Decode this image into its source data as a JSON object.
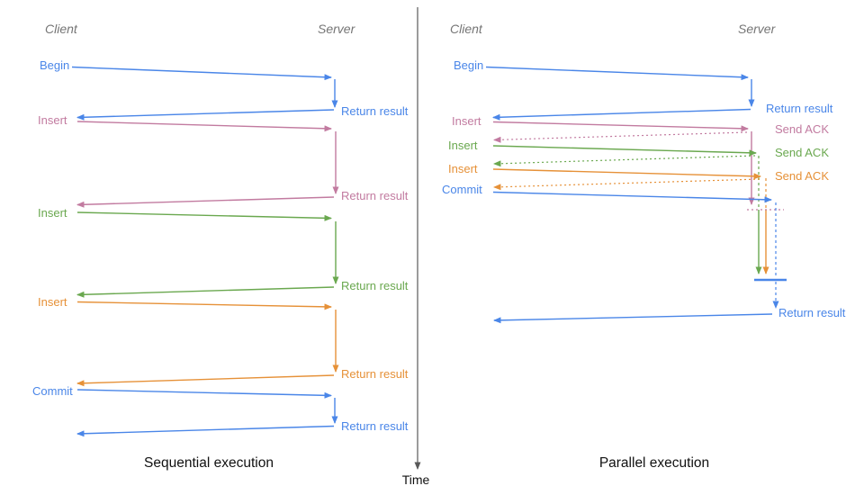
{
  "diagram": {
    "time_axis": {
      "label": "Time"
    },
    "left_panel": {
      "title": "Sequential execution",
      "client": "Client",
      "server": "Server",
      "steps": [
        {
          "request": "Begin",
          "color": "blue",
          "response": "Return result"
        },
        {
          "request": "Insert",
          "color": "pink",
          "response": "Return result"
        },
        {
          "request": "Insert",
          "color": "green",
          "response": "Return result"
        },
        {
          "request": "Insert",
          "color": "orange",
          "response": "Return result"
        },
        {
          "request": "Commit",
          "color": "blue",
          "response": "Return result"
        }
      ]
    },
    "right_panel": {
      "title": "Parallel execution",
      "client": "Client",
      "server": "Server",
      "steps": [
        {
          "request": "Begin",
          "color": "blue",
          "response": "Return result"
        },
        {
          "request": "Insert",
          "color": "pink",
          "response": "Send ACK"
        },
        {
          "request": "Insert",
          "color": "green",
          "response": "Send ACK"
        },
        {
          "request": "Insert",
          "color": "orange",
          "response": "Send ACK"
        },
        {
          "request": "Commit",
          "color": "blue",
          "response": "Return result"
        }
      ]
    }
  },
  "colors": {
    "blue": "#4a86e8",
    "pink": "#c27ba0",
    "green": "#6aa84f",
    "orange": "#e69138",
    "axis": "#595959",
    "header": "#757575",
    "title": "#111111"
  }
}
